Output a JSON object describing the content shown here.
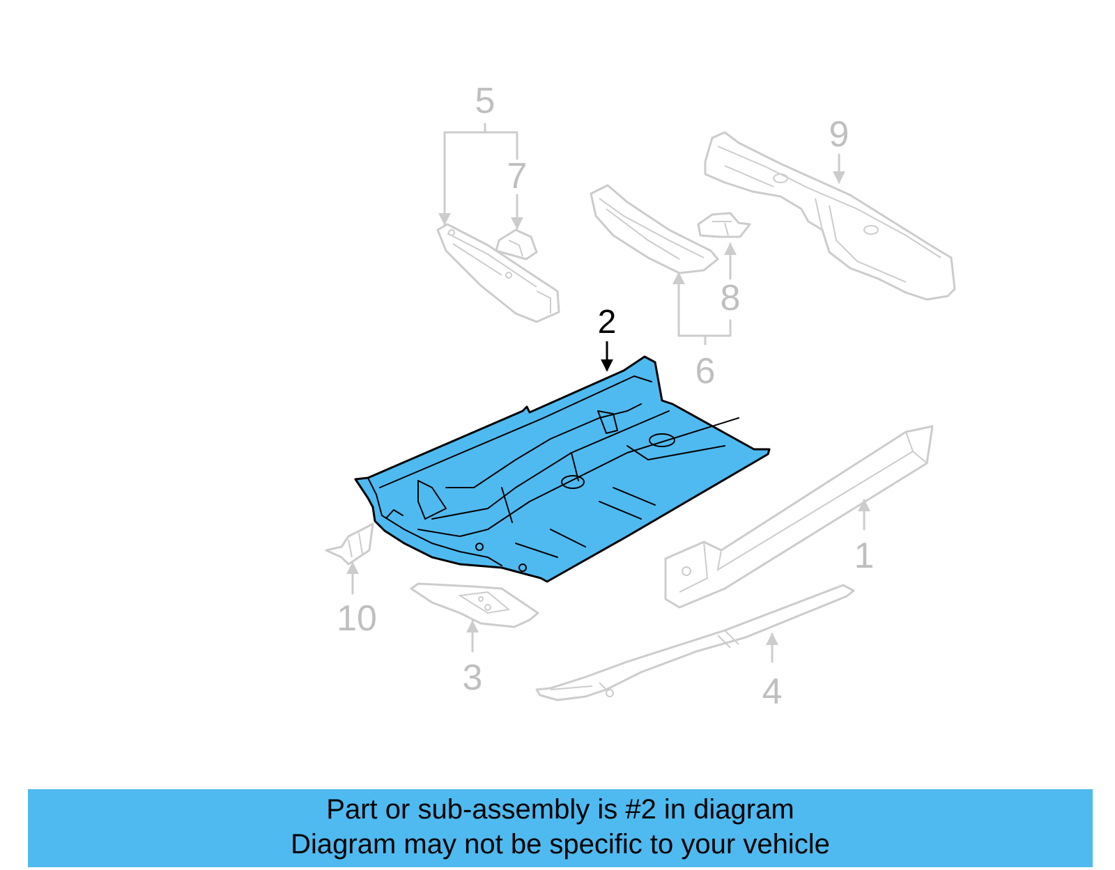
{
  "diagram": {
    "highlight_color": "#4fbaf0",
    "ghost_color": "#cccccc",
    "callouts": {
      "c1": "1",
      "c2": "2",
      "c3": "3",
      "c4": "4",
      "c5": "5",
      "c6": "6",
      "c7": "7",
      "c8": "8",
      "c9": "9",
      "c10": "10"
    },
    "highlighted_part": "2"
  },
  "banner": {
    "line1": "Part or sub-assembly is #2 in diagram",
    "line2": "Diagram may not be specific to your vehicle"
  }
}
